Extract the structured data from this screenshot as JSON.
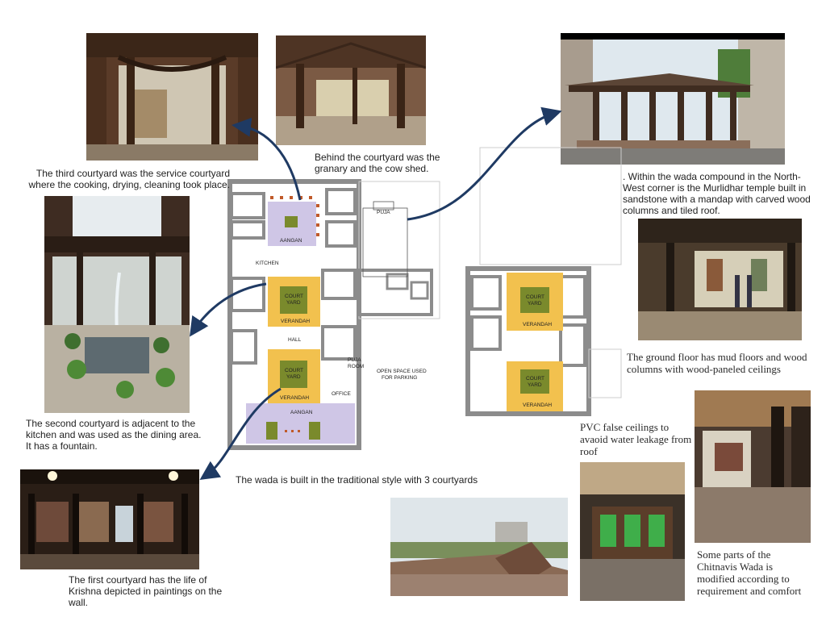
{
  "captions": {
    "third_courtyard": "The third courtyard was the service courtyard where the cooking, drying, cleaning took place.",
    "granary": "Behind the courtyard was the granary and the cow shed.",
    "temple": ". Within the wada compound in the North-West corner is the Murlidhar temple built in sandstone with a mandap with carved wood columns and tiled roof.",
    "second_courtyard": "The second courtyard is adjacent to the kitchen and was used as the dining area. It has a fountain.",
    "ground_floor": "The ground floor has mud floors and wood columns with wood-paneled ceilings",
    "traditional": "The wada is built in the traditional style with 3 courtyards",
    "first_courtyard": "The first courtyard has the life of Krishna depicted in paintings on the wall.",
    "pvc": "PVC false ceilings to avaoid water leakage from roof",
    "modified": "Some parts of the Chitnavis Wada is modified according to requirement and comfort"
  },
  "plan_labels": {
    "puja": "PUJA",
    "aangan_top": "AANGAN",
    "kitchen": "KITCHEN",
    "court_1a": "COURT",
    "yard_1b": "YARD",
    "verandah_1": "VERANDAH",
    "hall": "HALL",
    "puja_room_a": "PUJA",
    "puja_room_b": "ROOM",
    "open_space_a": "OPEN SPACE USED",
    "open_space_b": "FOR PARKING",
    "court_2a": "COURT",
    "yard_2b": "YARD",
    "verandah_2": "VERANDAH",
    "office": "OFFICE",
    "aangan_bottom": "AANGAN",
    "court_3a": "COURT",
    "yard_3b": "YARD",
    "verandah_3": "VERANDAH",
    "court_4a": "COURT",
    "yard_4b": "YARD",
    "verandah_4": "VERANDAH"
  },
  "colors": {
    "courtyard": "#f2c14e",
    "aangan": "#cfc6e6",
    "fountain": "#7a8a2c",
    "wall": "#8c8c8c",
    "arrow": "#1f3a63"
  }
}
